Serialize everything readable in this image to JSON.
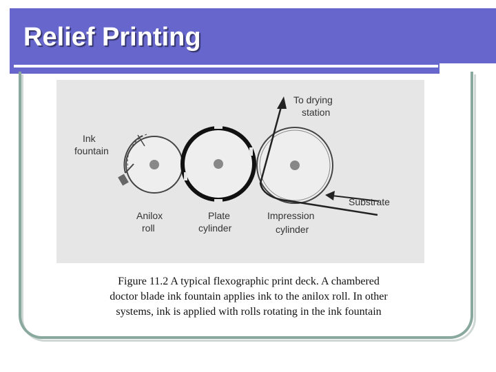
{
  "slide": {
    "title": "Relief Printing"
  },
  "diagram": {
    "labels": {
      "to_drying_line1": "To drying",
      "to_drying_line2": "station",
      "ink_line1": "Ink",
      "ink_line2": "fountain",
      "anilox_line1": "Anilox",
      "anilox_line2": "roll",
      "plate_line1": "Plate",
      "plate_line2": "cylinder",
      "impression_line1": "Impression",
      "impression_line2": "cylinder",
      "substrate": "Substrate"
    }
  },
  "caption": {
    "lines": [
      "Figure 11.2  A typical flexographic print deck. A chambered",
      "doctor blade ink fountain applies ink to the  anilox roll. In other",
      "systems, ink is applied with rolls rotating in the ink fountain"
    ]
  },
  "colors": {
    "title_bar": "#6666cc",
    "frame": "#8aa99e",
    "diagram_background": "#e6e6e6"
  }
}
